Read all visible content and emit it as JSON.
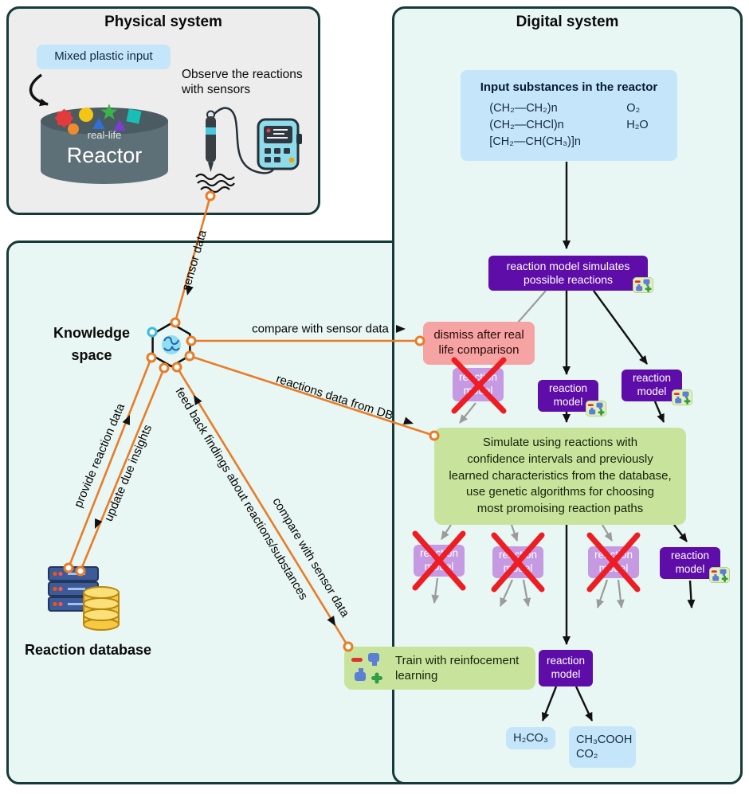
{
  "colors": {
    "frame": "#163a38",
    "mint_bg": "#e8f7f3",
    "physical_bg": "#ededed",
    "blue_box": "#c5e5fa",
    "purple_box": "#5e0da8",
    "lavender_box": "#c59ae3",
    "pink_box": "#f5a3a3",
    "green_box": "#c8e39c",
    "orange_line": "#e87c28",
    "red_x": "#ee1d23",
    "gray_arrow": "#9b9b9b",
    "black_arrow": "#111111"
  },
  "physical": {
    "title": "Physical system",
    "input_label": "Mixed plastic input",
    "observe_line1": "Observe the reactions",
    "observe_line2": "with sensors",
    "reactor_sub": "real-life",
    "reactor_name": "Reactor"
  },
  "digital": {
    "title": "Digital system",
    "input_box": {
      "title": "Input substances in the reactor",
      "left": [
        "(CH₂—CH₂)n",
        "(CH₂—CHCl)n",
        "[CH₂—CH(CH₃)]n"
      ],
      "right": [
        "O₂",
        "H₂O"
      ]
    },
    "root_line1": "reaction model simulates",
    "root_line2": "possible reactions",
    "dismiss_line1": "dismiss after real",
    "dismiss_line2": "life comparison",
    "rm1": "reaction",
    "rm2": "model",
    "simulate_lines": [
      "Simulate using reactions with",
      "confidence intervals and previously",
      "learned characteristics from the database,",
      "use genetic algorithms for choosing",
      "most promoising reaction paths"
    ],
    "train_line1": "Train with reinfocement",
    "train_line2": "learning",
    "outputs": {
      "a": "H₂CO₃",
      "b1": "CH₃COOH",
      "b2": "CO₂"
    }
  },
  "knowledge": {
    "line1": "Knowledge",
    "line2": "space"
  },
  "database_label": "Reaction database",
  "edges": {
    "sensor": "sensor data",
    "compare1": "compare with sensor data",
    "dbdata": "reactions data from DB",
    "provide": "provide reaction data",
    "update": "update due insights",
    "feedback": "feed back findings about reactions/substances",
    "compare2": "compare with sensor data"
  }
}
